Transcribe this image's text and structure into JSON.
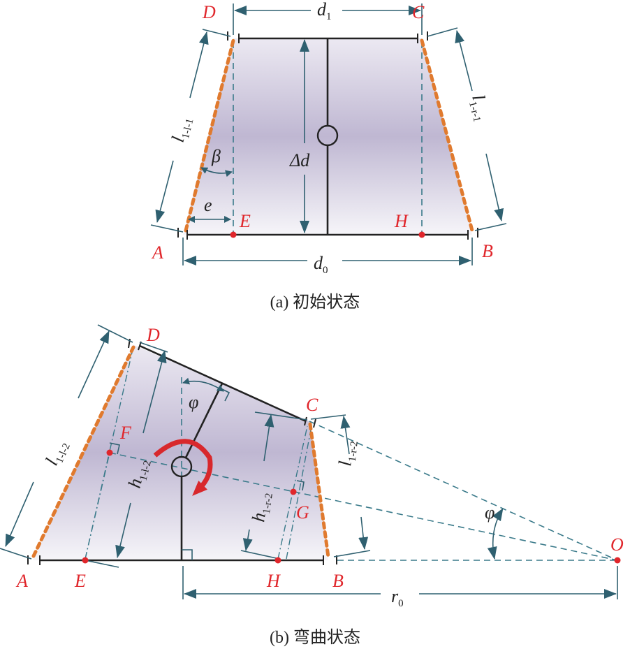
{
  "panel_a": {
    "caption": "(a) 初始状态",
    "points": {
      "A": "A",
      "B": "B",
      "C": "C",
      "D": "D",
      "E": "E",
      "H": "H"
    },
    "dims": {
      "d1": "d",
      "d1_sub": "1",
      "d0": "d",
      "d0_sub": "0",
      "delta_d": "Δd",
      "beta": "β",
      "e": "e",
      "l_left": "l",
      "l_left_sub": "1-l-1",
      "l_right": "l",
      "l_right_sub": "1-r-1"
    }
  },
  "panel_b": {
    "caption": "(b) 弯曲状态",
    "points": {
      "A": "A",
      "B": "B",
      "C": "C",
      "D": "D",
      "E": "E",
      "F": "F",
      "G": "G",
      "H": "H",
      "O": "O"
    },
    "dims": {
      "phi": "φ",
      "phi_o": "φ",
      "r0": "r",
      "r0_sub": "0",
      "l_left": "l",
      "l_left_sub": "1-l-2",
      "h_left": "h",
      "h_left_sub": "1-l-2",
      "h_right": "h",
      "h_right_sub": "1-r-2",
      "l_right": "l",
      "l_right_sub": "1-r-2"
    }
  },
  "colors": {
    "fill": "#c4bdd6",
    "teal": "#2f6070",
    "red": "#e0262b",
    "orange": "#e07a2e"
  }
}
